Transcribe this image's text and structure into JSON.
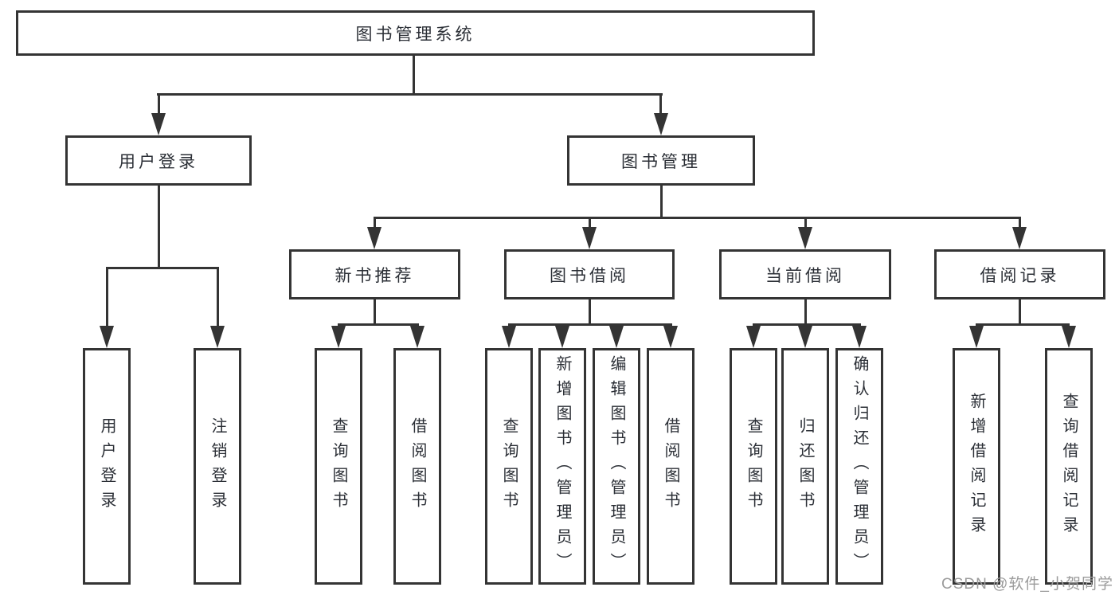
{
  "diagram_type": "hierarchy-tree",
  "tree": {
    "label": "图书管理系统",
    "children": [
      {
        "label": "用户登录",
        "children": [
          {
            "label": "用户登录"
          },
          {
            "label": "注销登录"
          }
        ]
      },
      {
        "label": "图书管理",
        "children": [
          {
            "label": "新书推荐",
            "children": [
              {
                "label": "查询图书"
              },
              {
                "label": "借阅图书"
              }
            ]
          },
          {
            "label": "图书借阅",
            "children": [
              {
                "label": "查询图书"
              },
              {
                "label": "新增图书（管理员）"
              },
              {
                "label": "编辑图书（管理员）"
              },
              {
                "label": "借阅图书"
              }
            ]
          },
          {
            "label": "当前借阅",
            "children": [
              {
                "label": "查询图书"
              },
              {
                "label": "归还图书"
              },
              {
                "label": "确认归还（管理员）"
              }
            ]
          },
          {
            "label": "借阅记录",
            "children": [
              {
                "label": "新增借阅记录"
              },
              {
                "label": "查询借阅记录"
              }
            ]
          }
        ]
      }
    ]
  },
  "watermark": {
    "text": "CSDN @软件_小贺同学"
  },
  "colors": {
    "line": "#343434",
    "text": "#2b2f36",
    "background": "#ffffff",
    "watermark": "#9b9b9b"
  }
}
